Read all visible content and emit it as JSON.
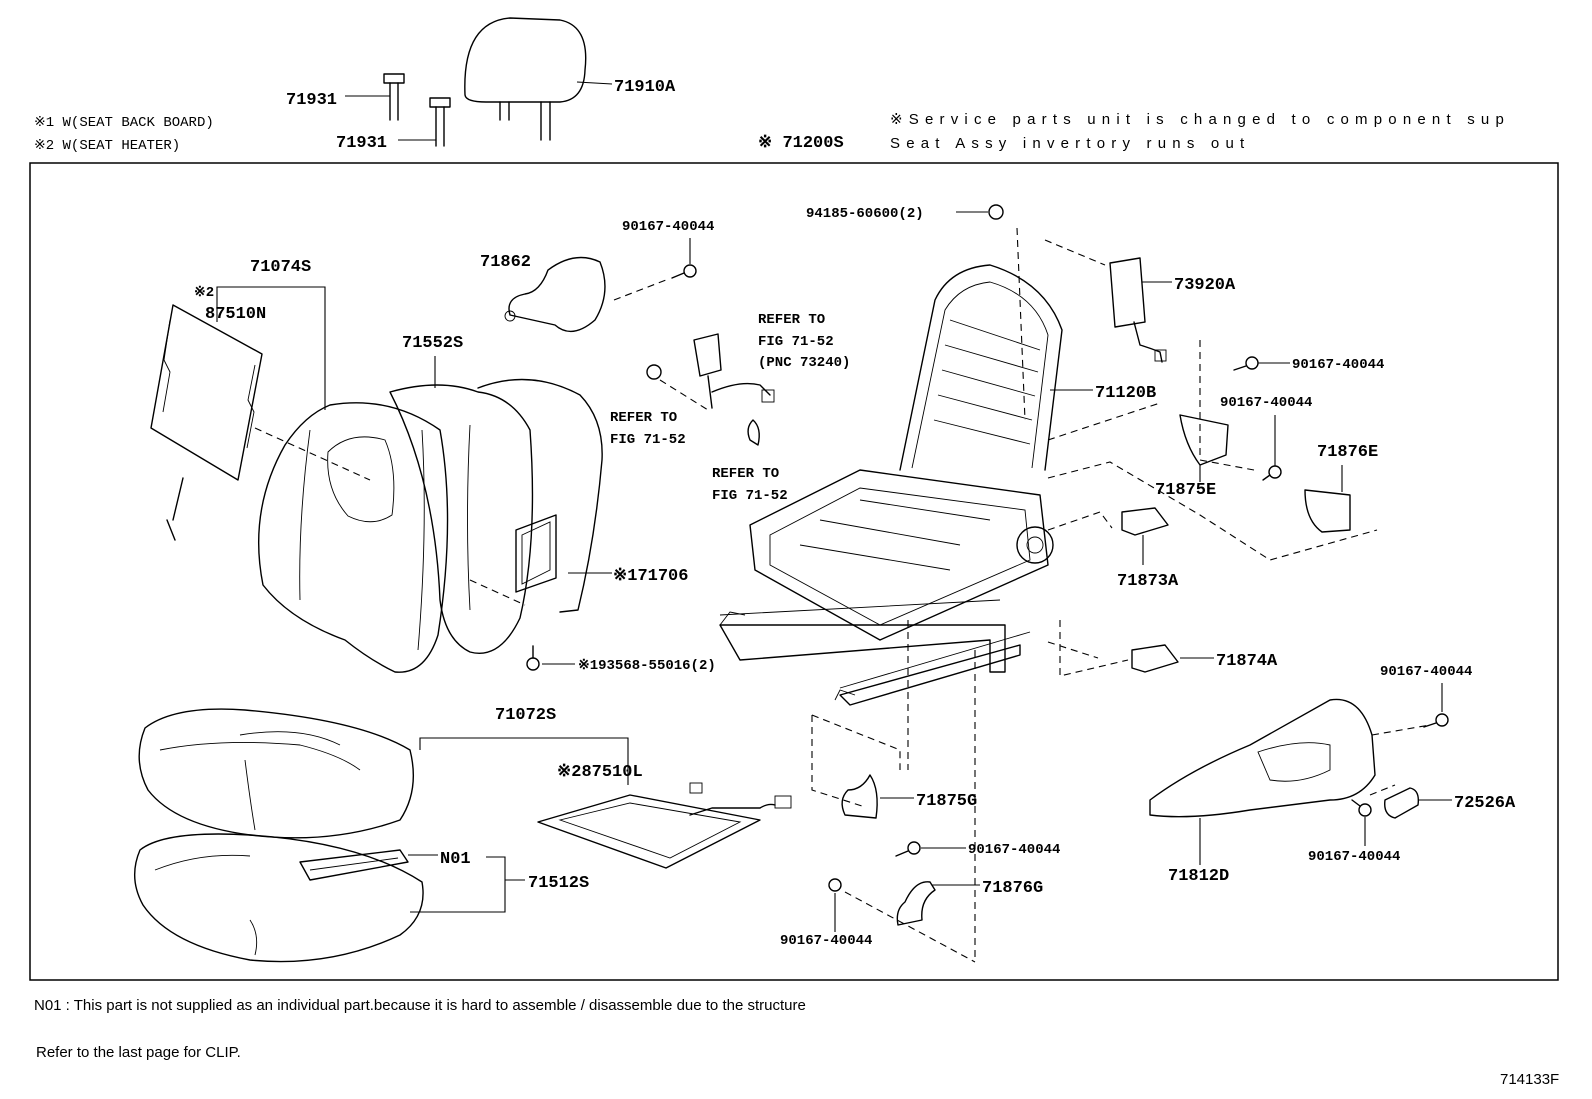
{
  "notes": {
    "note1": "※1 W(SEAT BACK BOARD)",
    "note2": "※2 W(SEAT HEATER)",
    "service_line1": "※Service parts unit is changed to component sup",
    "service_line2": "Seat Assy invertory runs out",
    "n01_footnote": "N01 : This part is not supplied as an individual part.because it is hard to assemble / disassemble  due to the structure",
    "clip_footnote": "Refer to the last page for CLIP.",
    "figure_code": "714133F"
  },
  "labels": {
    "p71931a": "71931",
    "p71931b": "71931",
    "p71910a": "71910A",
    "p71200s": "※ 71200S",
    "p94185": "94185-60600(2)",
    "p73920a": "73920A",
    "p90167_top": "90167-40044",
    "p71862": "71862",
    "p71074s": "71074S",
    "p_star2_a": "※2",
    "p87510n": "87510N",
    "p71552s": "71552S",
    "ref1_l1": "REFER TO",
    "ref1_l2": "FIG 71-52",
    "ref1_l3": "(PNC 73240)",
    "ref2_l1": "REFER TO",
    "ref2_l2": "FIG 71-52",
    "ref3_l1": "REFER TO",
    "ref3_l2": "FIG 71-52",
    "p71120b": "71120B",
    "p90167_r1": "90167-40044",
    "p90167_r2": "90167-40044",
    "p71876e": "71876E",
    "p71875e": "71875E",
    "p71706": "※171706",
    "p93568": "※193568-55016(2)",
    "p71873a": "71873A",
    "p71874a": "71874A",
    "p90167_r3": "90167-40044",
    "p71072s": "71072S",
    "p87510l": "※287510L",
    "p71875g": "71875G",
    "p90167_c1": "90167-40044",
    "p72526a": "72526A",
    "p90167_c2": "90167-40044",
    "p71812d": "71812D",
    "pn01": "N01",
    "p71512s": "71512S",
    "p71876g": "71876G",
    "p90167_b": "90167-40044"
  }
}
